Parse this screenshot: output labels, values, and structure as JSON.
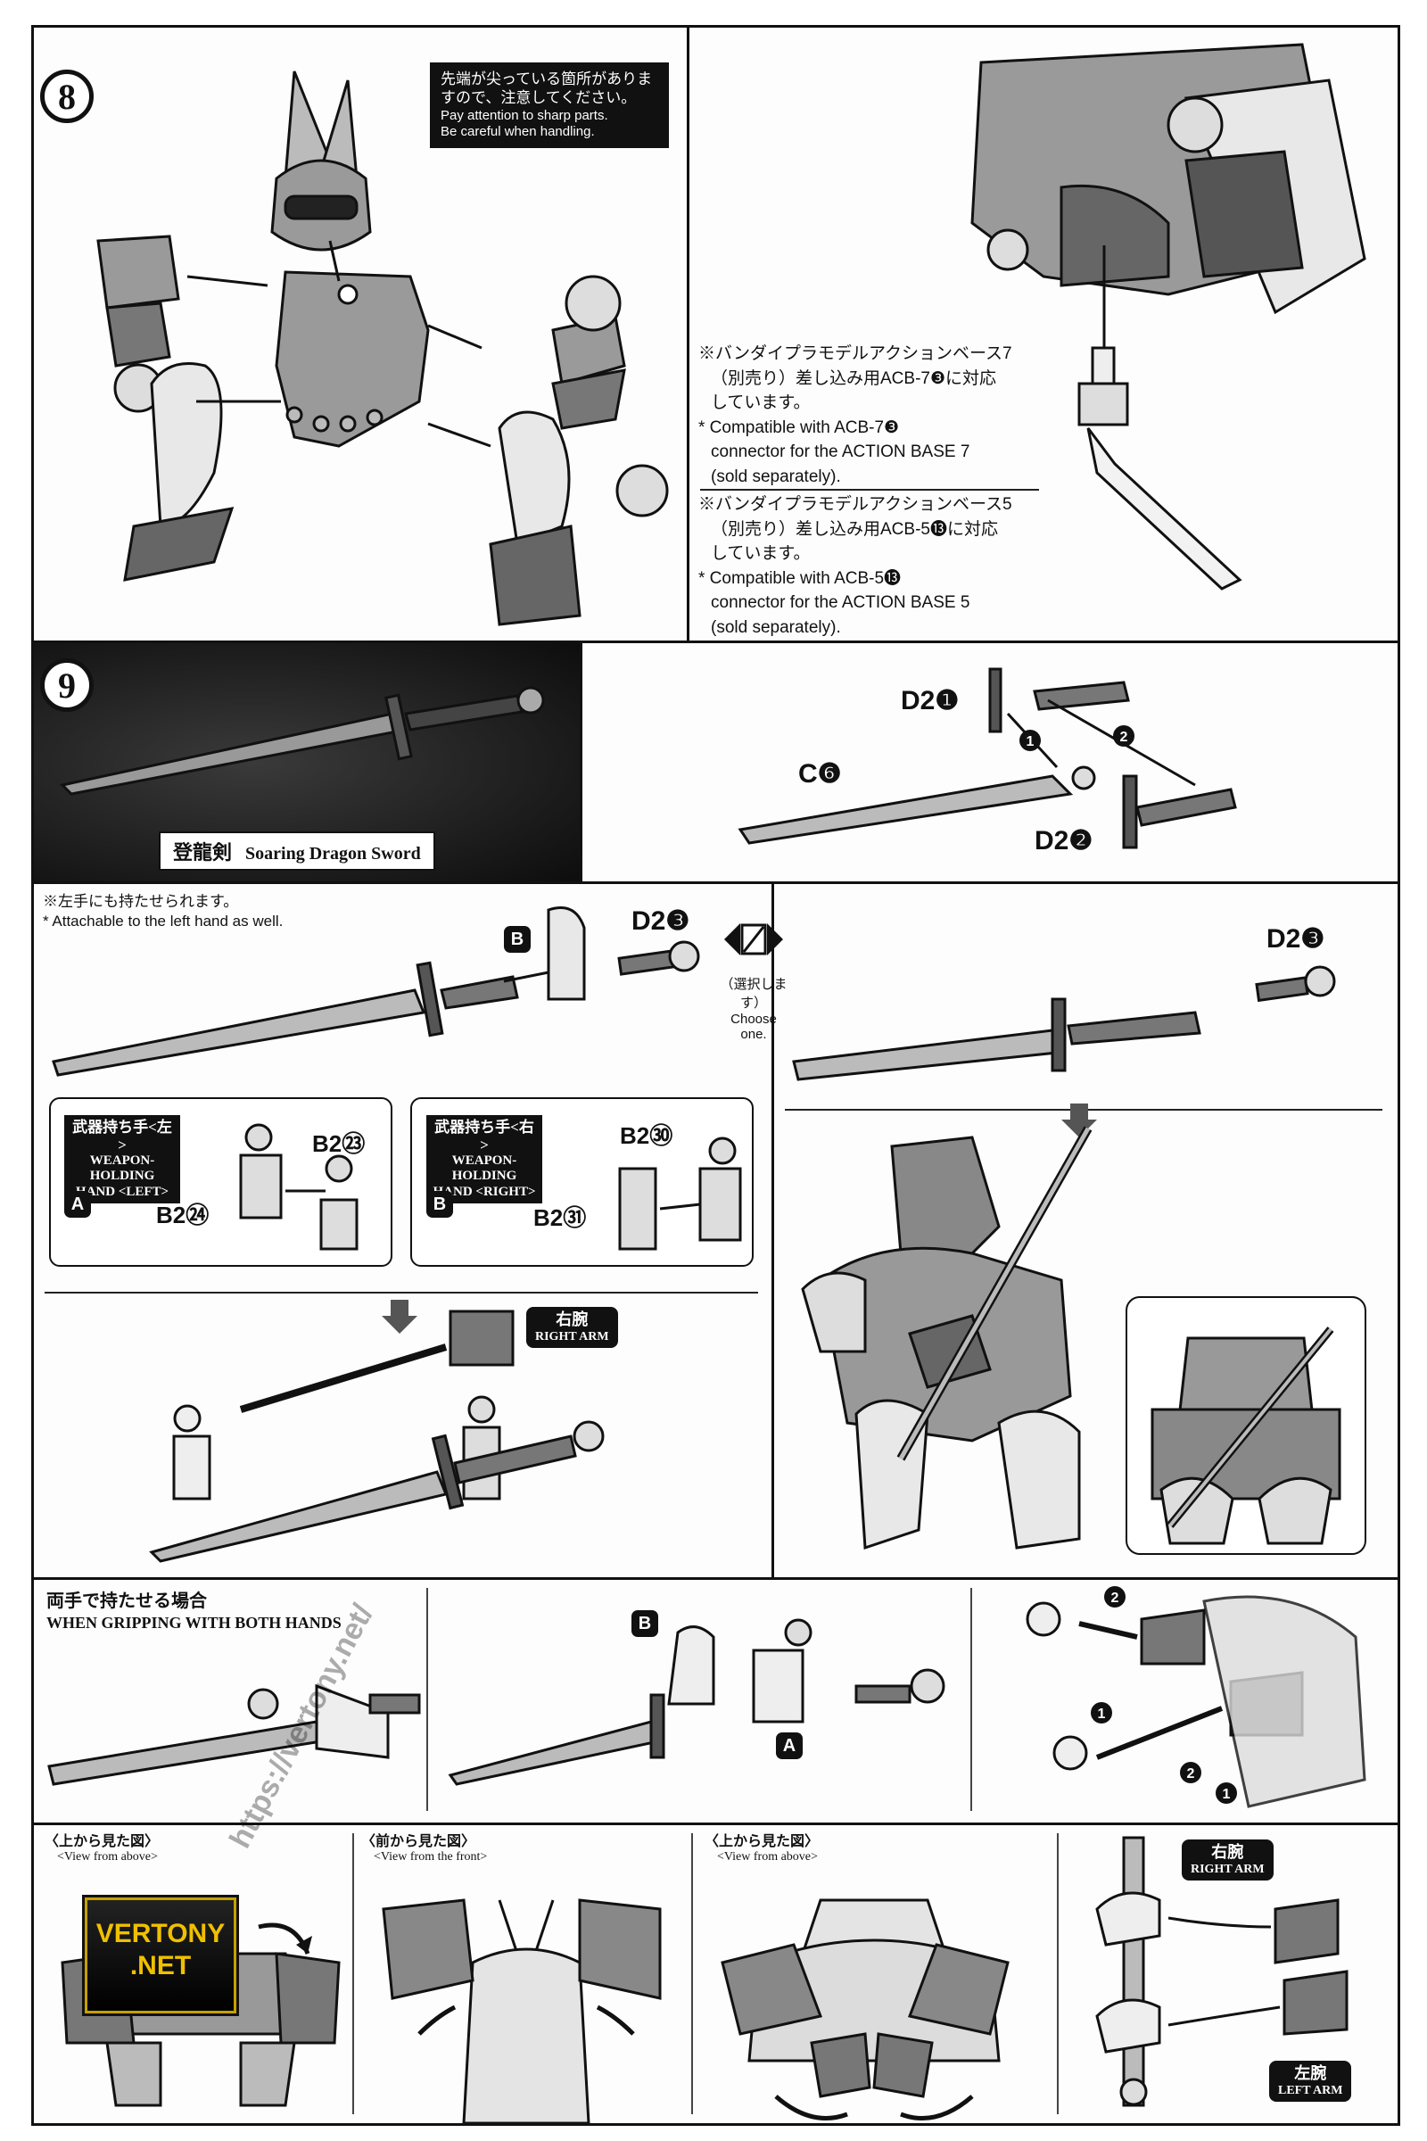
{
  "step8": {
    "number": "8",
    "warning_jp": "先端が尖っている箇所がありますので、注意してください。",
    "warning_en_1": "Pay attention to sharp parts.",
    "warning_en_2": "Be careful when handling.",
    "acb7_jp_1": "※バンダイプラモデルアクションベース7",
    "acb7_jp_2": "（別売り）差し込み用ACB-7❸に対応",
    "acb7_jp_3": "しています。",
    "acb7_en_1": "* Compatible with ACB-7❸",
    "acb7_en_2": "connector for the ACTION BASE 7",
    "acb7_en_3": "(sold separately).",
    "acb5_jp_1": "※バンダイプラモデルアクションベース5",
    "acb5_jp_2": "（別売り）差し込み用ACB-5⓭に対応",
    "acb5_jp_3": "しています。",
    "acb5_en_1": "* Compatible with ACB-5⓭",
    "acb5_en_2": "connector for the ACTION BASE 5",
    "acb5_en_3": "(sold separately)."
  },
  "step9": {
    "number": "9",
    "weapon_jp": "登龍剣",
    "weapon_en": "Soaring Dragon Sword",
    "part_d2_1": "D2❶",
    "part_d2_2": "D2❷",
    "part_c6": "C❻",
    "order_1": "1",
    "order_2": "2"
  },
  "holding": {
    "note_jp": "※左手にも持たせられます。",
    "note_en": "* Attachable to the left hand as well.",
    "tag_b": "B",
    "tag_a": "A",
    "part_d2_3": "D2❸",
    "choose_jp": "（選択します）",
    "choose_en": "Choose one.",
    "left_box_jp": "武器持ち手<左>",
    "left_box_en_1": "WEAPON-HOLDING",
    "left_box_en_2": "HAND <LEFT>",
    "left_part_a": "B2㉓",
    "left_part_b": "B2㉔",
    "right_box_jp": "武器持ち手<右>",
    "right_box_en_1": "WEAPON-HOLDING",
    "right_box_en_2": "HAND <RIGHT>",
    "right_part_a": "B2㉚",
    "right_part_b": "B2㉛",
    "right_arm_jp": "右腕",
    "right_arm_en": "RIGHT ARM"
  },
  "both_hands": {
    "title_jp": "両手で持たせる場合",
    "title_en": "WHEN GRIPPING WITH BOTH HANDS",
    "tag_b": "B",
    "tag_a": "A",
    "step_1": "1",
    "step_2": "2"
  },
  "views": {
    "above_1_jp": "〈上から見た図〉",
    "above_1_en": "<View from above>",
    "front_jp": "〈前から見た図〉",
    "front_en": "<View from the front>",
    "above_2_jp": "〈上から見た図〉",
    "above_2_en": "<View from above>",
    "right_arm_jp": "右腕",
    "right_arm_en": "RIGHT ARM",
    "left_arm_jp": "左腕",
    "left_arm_en": "LEFT ARM"
  },
  "watermark": {
    "url": "https://vertony.net/",
    "logo_1": "VERTONY",
    "logo_2": ".NET"
  },
  "colors": {
    "ink": "#111111",
    "part_gray": "#9a9a9a",
    "light_gray": "#dcdcdc",
    "logo_gold": "#f0c000"
  }
}
